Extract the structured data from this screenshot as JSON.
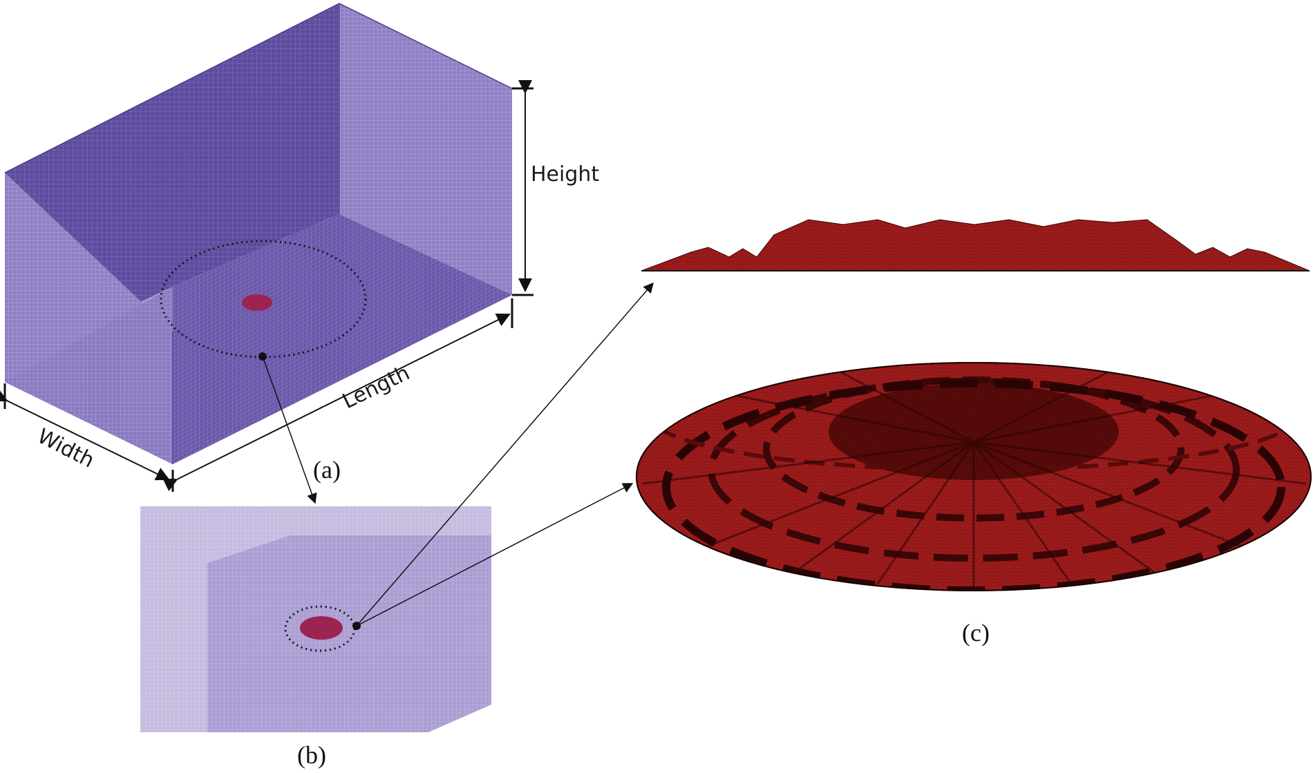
{
  "figure": {
    "panel_labels": {
      "a": "(a)",
      "b": "(b)",
      "c": "(c)"
    },
    "dimension_labels": {
      "height": "Height",
      "length": "Length",
      "width": "Width"
    },
    "colors": {
      "domain_mesh": "#6a56a8",
      "domain_mesh_light": "#b4a6d2",
      "interface_patch": "#9b2450",
      "rough_surface": "#8a1414",
      "line": "#111111"
    }
  }
}
